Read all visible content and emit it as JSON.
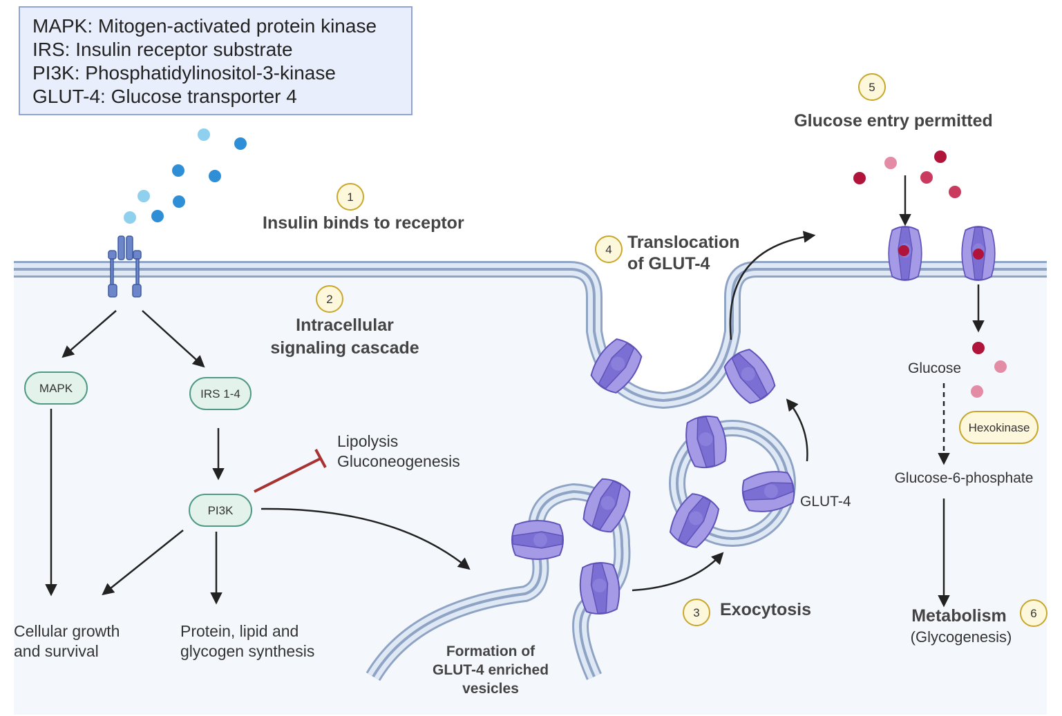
{
  "legend": [
    "MAPK: Mitogen-activated protein kinase",
    "IRS: Insulin receptor substrate",
    "PI3K: Phosphatidylinositol-3-kinase",
    "GLUT-4: Glucose transporter 4"
  ],
  "steps": {
    "s1": {
      "number": "1",
      "label": "Insulin binds to receptor"
    },
    "s2": {
      "number": "2",
      "line1": "Intracellular",
      "line2": "signaling cascade"
    },
    "s3": {
      "number": "3",
      "label": "Exocytosis"
    },
    "s4": {
      "number": "4",
      "line1": "Translocation",
      "line2": "of GLUT-4"
    },
    "s5": {
      "number": "5",
      "label": "Glucose entry permitted"
    },
    "s6": {
      "number": "6",
      "label": "Metabolism",
      "sub": "(Glycogenesis)"
    }
  },
  "nodes": {
    "mapk": "MAPK",
    "irs": "IRS 1-4",
    "pi3k": "PI3K",
    "hexokinase": "Hexokinase"
  },
  "labels": {
    "lipolysis": "Lipolysis",
    "gluconeogenesis": "Gluconeogenesis",
    "growth1": "Cellular growth",
    "growth2": "and survival",
    "protein1": "Protein, lipid  and",
    "protein2": "glycogen synthesis",
    "vesicles1": "Formation of",
    "vesicles2": "GLUT-4 enriched",
    "vesicles3": "vesicles",
    "glut4": "GLUT-4",
    "glucose": "Glucose",
    "g6p": "Glucose-6-phosphate"
  },
  "colors": {
    "membrane": "#c9d6ea",
    "cytoplasm": "#f4f7fb",
    "insulin": "#3a9fdc",
    "glut4": "#9b8fe0",
    "glucose": "#b0143a",
    "node_fill": "#e3f3ec",
    "node_stroke": "#4f9a82",
    "step_fill": "#fdf7dc",
    "step_stroke": "#c9a72a",
    "inhibit": "#a83232"
  }
}
